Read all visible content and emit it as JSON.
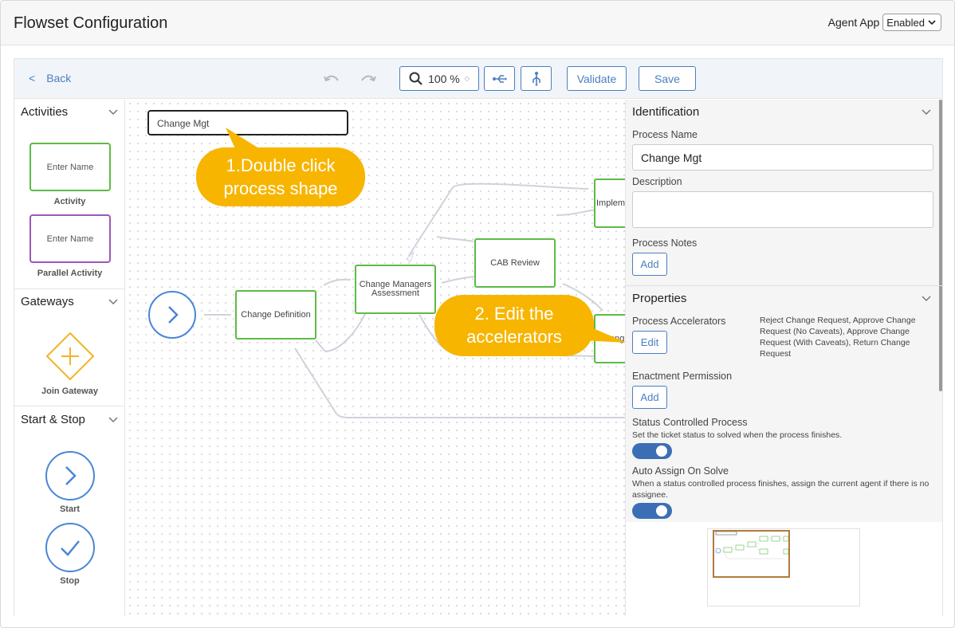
{
  "app": {
    "title": "Flowset Configuration",
    "agent_app_label": "Agent App",
    "agent_app_value": "Enabled"
  },
  "toolbar": {
    "back_chevron": "<",
    "back_label": "Back",
    "zoom_value": "100 %",
    "zoom_caret": "◇",
    "validate_label": "Validate",
    "save_label": "Save"
  },
  "palette": {
    "activities": {
      "title": "Activities",
      "activity_placeholder": "Enter Name",
      "activity_caption": "Activity",
      "parallel_placeholder": "Enter Name",
      "parallel_caption": "Parallel Activity"
    },
    "gateways": {
      "title": "Gateways",
      "join_caption": "Join Gateway"
    },
    "start_stop": {
      "title": "Start & Stop",
      "start_caption": "Start",
      "stop_caption": "Stop"
    }
  },
  "canvas": {
    "process_name": "Change Mgt",
    "nodes": {
      "definition": "Change Definition",
      "managers": "Change Managers Assessment",
      "cab": "CAB Review",
      "implement": "Implem",
      "change": "Chang"
    },
    "callout1": "1.Double click process shape",
    "callout2": "2. Edit the accelerators"
  },
  "properties": {
    "identification": {
      "title": "Identification",
      "process_name_label": "Process Name",
      "process_name_value": "Change Mgt",
      "description_label": "Description",
      "description_value": "",
      "notes_label": "Process Notes",
      "notes_button": "Add"
    },
    "props": {
      "title": "Properties",
      "accelerators_label": "Process Accelerators",
      "accelerators_button": "Edit",
      "accelerators_value": "Reject Change Request, Approve Change Request (No Caveats), Approve Change Request (With Caveats), Return Change Request",
      "enactment_label": "Enactment Permission",
      "enactment_button": "Add",
      "status_label": "Status Controlled Process",
      "status_desc": "Set the ticket status to solved when the process finishes.",
      "status_on": true,
      "auto_label": "Auto Assign On Solve",
      "auto_desc": "When a status controlled process finishes, assign the current agent if there is no assignee.",
      "auto_on": true
    }
  },
  "colors": {
    "accent": "#4a7fc1",
    "activity_border": "#5dbb46",
    "parallel_border": "#9b59b6",
    "gateway": "#f0b429",
    "callout": "#f7b500",
    "toggle": "#3b6fb5"
  },
  "icons": [
    "undo-icon",
    "redo-icon",
    "search-icon",
    "horizontal-layout-icon",
    "vertical-layout-icon",
    "chevron-down-icon",
    "plus-icon",
    "chevron-right-icon",
    "check-icon"
  ]
}
